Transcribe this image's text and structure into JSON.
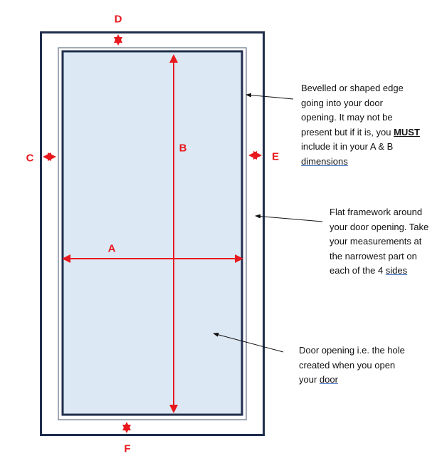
{
  "labels": {
    "a": "A",
    "b": "B",
    "c": "C",
    "d": "D",
    "e": "E",
    "f": "F"
  },
  "notes": {
    "bevel": {
      "l1": "Bevelled or shaped edge",
      "l2": "going into your door",
      "l3": "opening.  It may not be",
      "l4a": "present but if it is, you ",
      "l4b": "MUST",
      "l5": "include it in your A & B",
      "l6": "dimensions"
    },
    "frame": {
      "l1": "Flat framework around",
      "l2": "your door opening.  Take",
      "l3": "your measurements at",
      "l4": "the narrowest part on",
      "l5a": "each of the 4 ",
      "l5b": "sides"
    },
    "opening": {
      "l1": "Door opening i.e. the hole",
      "l2": "created when you open",
      "l3a": "your ",
      "l3b": "door"
    }
  },
  "colors": {
    "frame": "#1f2d4d",
    "opening_fill": "#dde8f5",
    "measure": "#e8191e"
  }
}
